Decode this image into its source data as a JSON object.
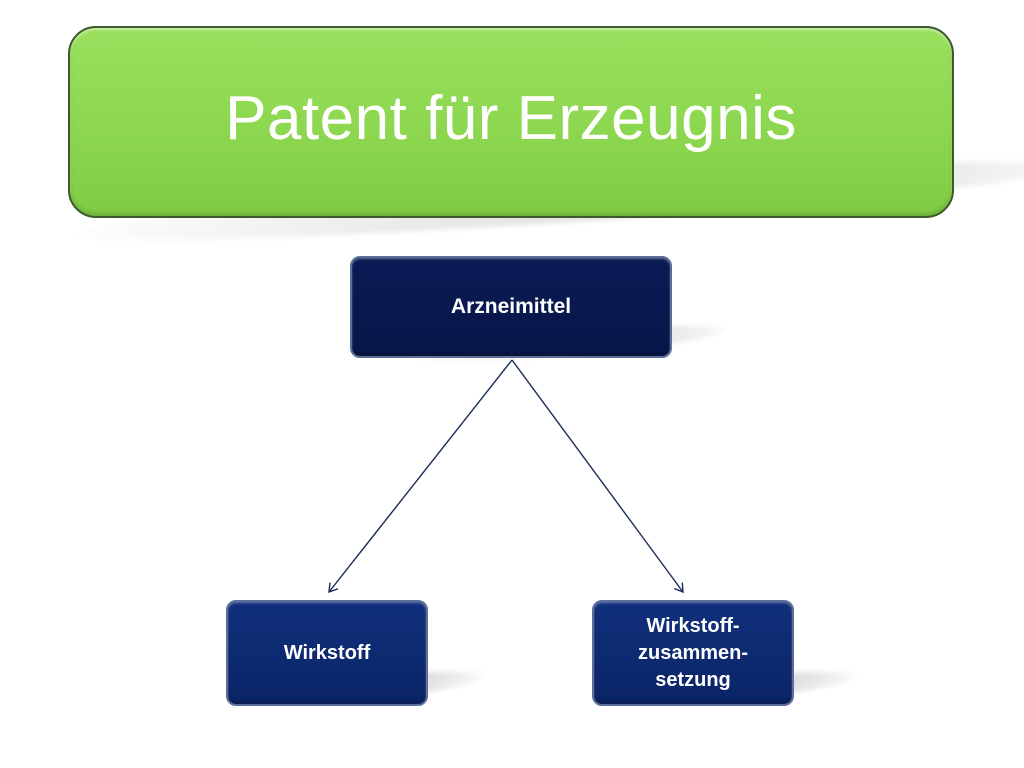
{
  "title": "Patent für Erzeugnis",
  "diagram": {
    "root": {
      "label": "Arzneimittel"
    },
    "children": [
      {
        "label": "Wirkstoff"
      },
      {
        "label_lines": [
          "Wirkstoff-",
          "zusammen-",
          "setzung"
        ]
      }
    ]
  },
  "colors": {
    "title_box": "#8cd74f",
    "title_text": "#ffffff",
    "root_node": "#071648",
    "child_node": "#0a2466",
    "connector": "#1a2a5a"
  }
}
